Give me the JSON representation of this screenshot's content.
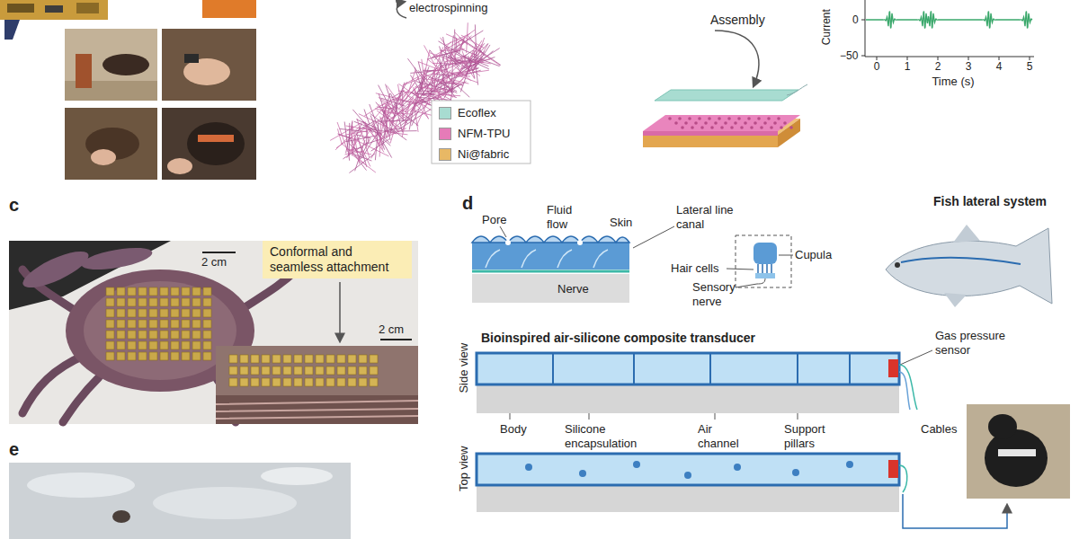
{
  "diagram": {
    "nodes": [
      {
        "text": [
          "Conformal and seamless attachment"
        ]
      }
    ],
    "labels": [
      "electrospinning",
      "Assembly",
      "Current",
      "0",
      "−50",
      "0",
      "1",
      "2",
      "3",
      "4",
      "5",
      "Time (s)",
      "c",
      "2 cm",
      "2 cm",
      "d",
      "Pore",
      "Fluid flow",
      "Skin",
      "Lateral line canal",
      "Cupula",
      "Hair cells",
      "Nerve",
      "Sensory nerve",
      "Fish lateral system",
      "Bioinspired air-silicone composite transducer",
      "Gas pressure sensor",
      "Side view",
      "Body",
      "Silicone encapsulation",
      "Air channel",
      "Support pillars",
      "Cables",
      "Top view",
      "e"
    ],
    "legend": [
      {
        "text": "Ecoflex",
        "color": "#a8dcd1"
      },
      {
        "text": "NFM-TPU",
        "color": "#e67bb8"
      },
      {
        "text": "Ni@fabric",
        "color": "#e8b865"
      }
    ]
  }
}
